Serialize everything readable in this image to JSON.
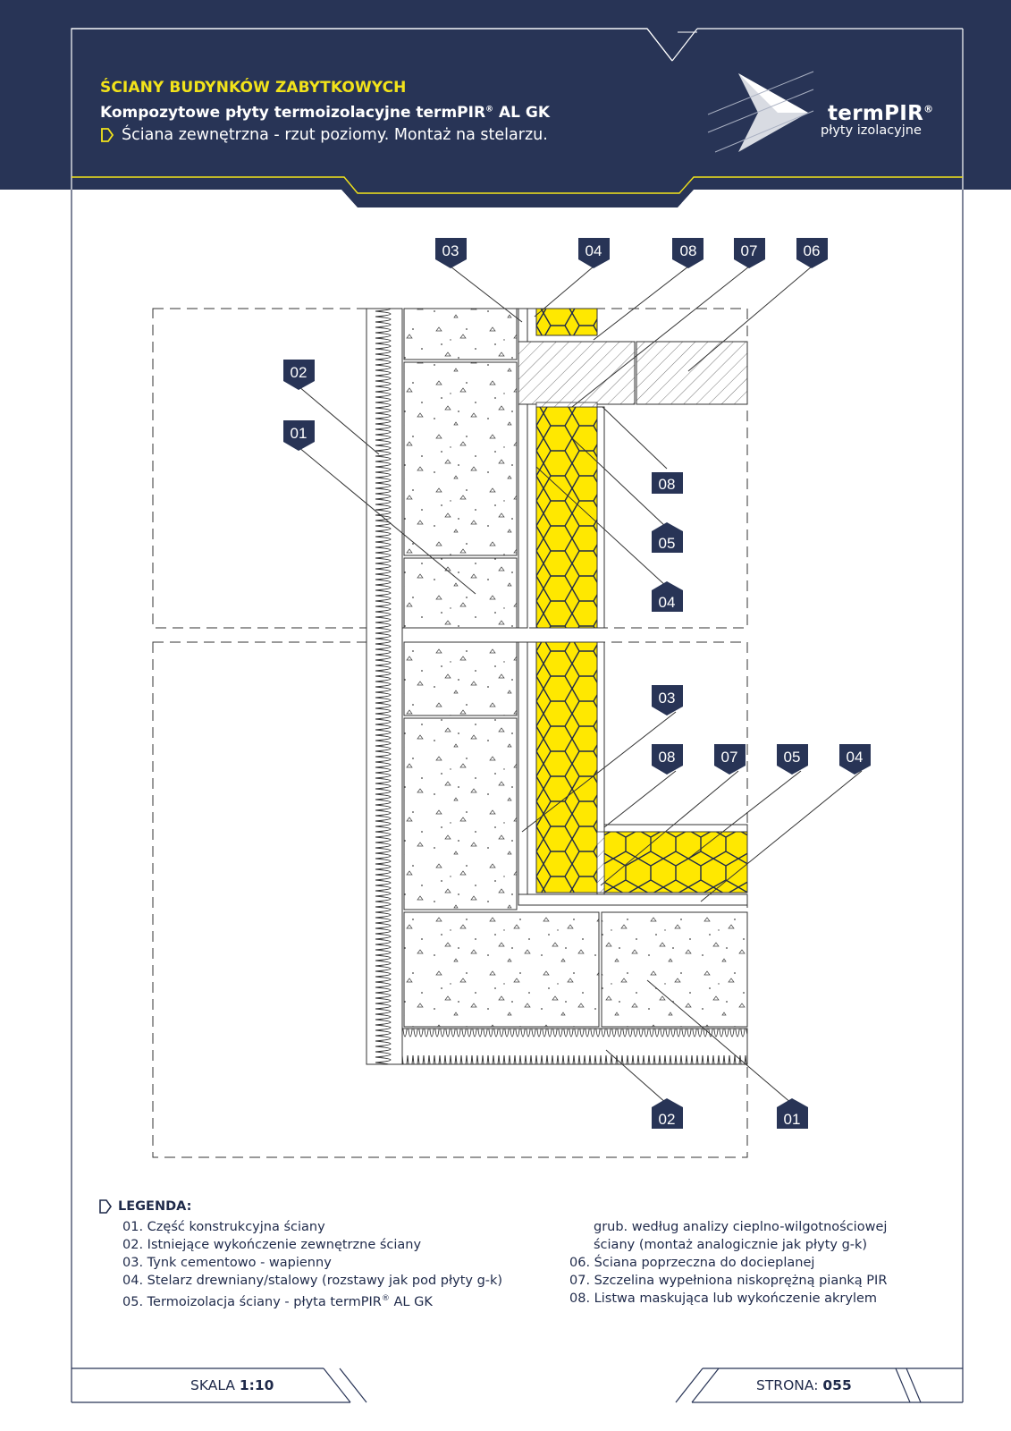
{
  "header": {
    "category": "ŚCIANY BUDYNKÓW ZABYTKOWYCH",
    "title_main": "Kompozytowe płyty termoizolacyjne termPIR",
    "title_reg": "®",
    "title_end": " AL GK",
    "subtitle": "Ściana zewnętrzna - rzut poziomy. Montaż na stelarzu."
  },
  "brand": {
    "name": "termPIR",
    "reg": "®",
    "tagline": "płyty izolacyjne"
  },
  "colors": {
    "navy": "#283456",
    "yellow": "#f2e31a",
    "insulation": "#ffe800"
  },
  "drawing_labels": {
    "t1": "03",
    "t2": "04",
    "t3": "08",
    "t4": "07",
    "t5": "06",
    "l1": "02",
    "l2": "01",
    "r1": "08",
    "r2": "05",
    "r3": "04",
    "r4": "03",
    "b1": "08",
    "b2": "07",
    "b3": "05",
    "b4": "04",
    "f1": "02",
    "f2": "01"
  },
  "legend": {
    "title": "LEGENDA:",
    "left": [
      "01. Część konstrukcyjna ściany",
      "02. Istniejące wykończenie zewnętrzne ściany",
      "03. Tynk cementowo - wapienny",
      "04. Stelarz drewniany/stalowy (rozstawy jak pod płyty g-k)"
    ],
    "item5_main": "05. Termoizolacja ściany - płyta termPIR",
    "item5_reg": "®",
    "item5_end": " AL GK",
    "right_cont": [
      "grub. według analizy cieplno-wilgotnościowej",
      "ściany (montaż analogicznie jak płyty g-k)"
    ],
    "right": [
      "06. Ściana poprzeczna do docieplanej",
      "07. Szczelina wypełniona niskoprężną pianką PIR",
      "08. Listwa maskująca lub wykończenie akrylem"
    ]
  },
  "footer": {
    "scale_label": "SKALA",
    "scale_value": "1:10",
    "page_label": "STRONA:",
    "page_value": "055"
  }
}
